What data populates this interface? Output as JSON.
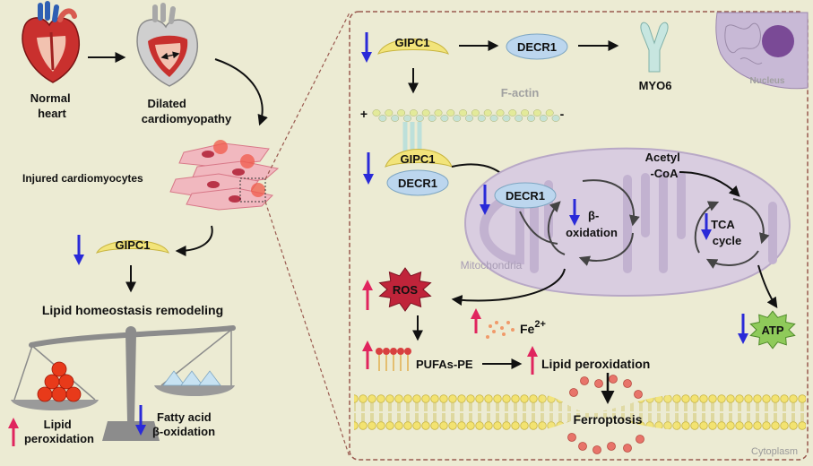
{
  "left": {
    "normal_heart": [
      "Normal",
      "heart"
    ],
    "dilated": [
      "Dilated",
      "cardiomyopathy"
    ],
    "injured": "Injured cardiomyocytes",
    "gipc1": "GIPC1",
    "remodeling": "Lipid homeostasis remodeling",
    "lipid_perox": [
      "Lipid",
      "peroxidation"
    ],
    "fatty_acid": [
      "Fatty acid",
      "β-oxidation"
    ]
  },
  "right": {
    "gipc1_top": "GIPC1",
    "decr1_top": "DECR1",
    "myo6": "MYO6",
    "nucleus": "Nucleus",
    "factin": "F-actin",
    "plus": "+",
    "minus": "-",
    "complex_gipc1": "GIPC1",
    "complex_decr1": "DECR1",
    "decr1_mito": "DECR1",
    "beta_ox": [
      "β-",
      "oxidation"
    ],
    "acetyl": [
      "Acetyl",
      "-CoA"
    ],
    "tca": [
      "TCA",
      "cycle"
    ],
    "mitochondria": "Mitochondria",
    "ros": "ROS",
    "fe": "Fe",
    "fe_sup": "2+",
    "atp": "ATP",
    "pufas": "PUFAs-PE",
    "lipid_perox": "Lipid peroxidation",
    "ferroptosis": "Ferroptosis",
    "cytoplasm": "Cytoplasm"
  },
  "colors": {
    "background": "#ecebd3",
    "gipc1": "#f2e47a",
    "decr1": "#bcd6ee",
    "up_arrow": "#e0245e",
    "down_arrow": "#2a2ad8",
    "ros": "#c0243a",
    "atp": "#8fca5a",
    "mitochondria": "#d9cde0",
    "border": "#9a5a50"
  }
}
